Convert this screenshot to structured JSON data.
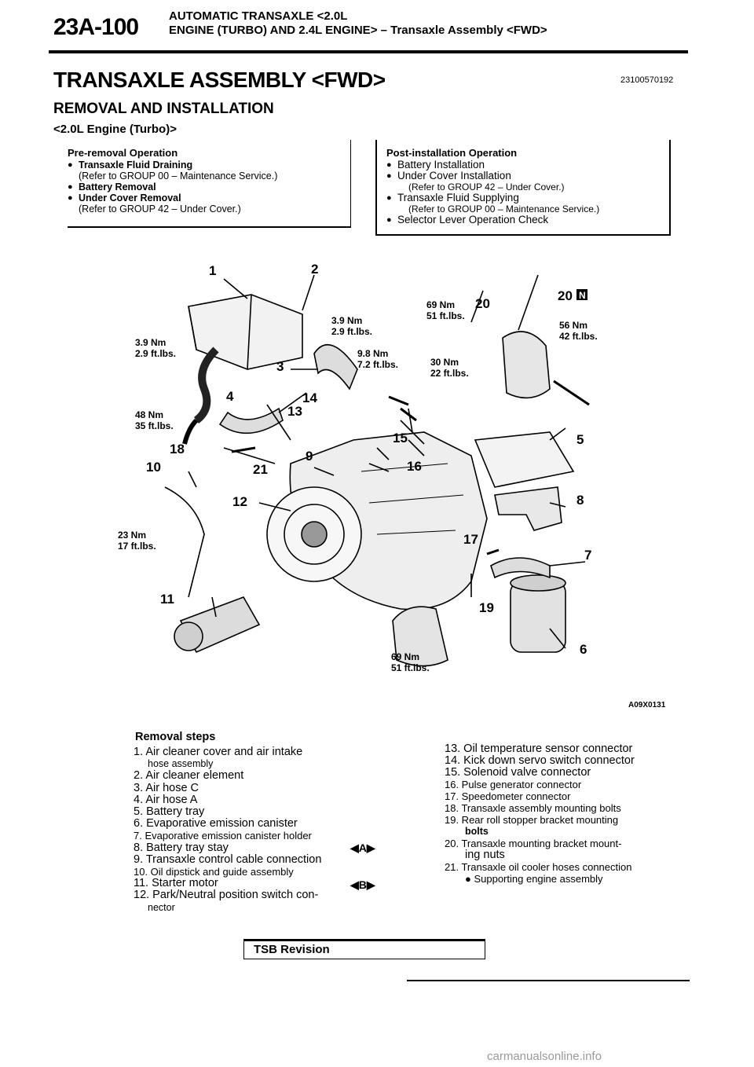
{
  "header": {
    "page_id": "23A-100",
    "line1": "AUTOMATIC TRANSAXLE <2.0L",
    "line2": "ENGINE (TURBO) AND 2.4L ENGINE> – Transaxle Assembly <FWD>"
  },
  "title": "TRANSAXLE ASSEMBLY <FWD>",
  "doc_number": "23100570192",
  "subtitle": "REMOVAL AND INSTALLATION",
  "engine_label": "<2.0L Engine (Turbo)>",
  "pre_removal": {
    "heading": "Pre-removal Operation",
    "items": [
      {
        "label": "Transaxle Fluid Draining",
        "sub": "(Refer to GROUP 00 – Maintenance Service.)"
      },
      {
        "label": "Battery Removal",
        "sub": ""
      },
      {
        "label": "Under Cover Removal",
        "sub": "(Refer to GROUP 42 – Under Cover.)"
      }
    ]
  },
  "post_installation": {
    "heading": "Post-installation Operation",
    "items": [
      {
        "label": "Battery Installation",
        "sub": ""
      },
      {
        "label": "Under Cover Installation",
        "sub": "(Refer to GROUP 42 – Under Cover.)"
      },
      {
        "label": "Transaxle Fluid Supplying",
        "sub": "(Refer to GROUP 00 – Maintenance Service.)"
      },
      {
        "label": "Selector Lever Operation Check",
        "sub": ""
      }
    ]
  },
  "diagram": {
    "figure_code": "A09X0131",
    "callouts": [
      "1",
      "2",
      "3",
      "4",
      "5",
      "6",
      "7",
      "8",
      "9",
      "10",
      "11",
      "12",
      "13",
      "14",
      "15",
      "16",
      "17",
      "18",
      "19",
      "20",
      "20",
      "21"
    ],
    "torque_labels": [
      {
        "nm": "3.9 Nm",
        "ft": "2.9 ft.lbs."
      },
      {
        "nm": "3.9 Nm",
        "ft": "2.9 ft.lbs."
      },
      {
        "nm": "9.8 Nm",
        "ft": "7.2 ft.lbs."
      },
      {
        "nm": "48 Nm",
        "ft": "35 ft.lbs."
      },
      {
        "nm": "23 Nm",
        "ft": "17 ft.lbs."
      },
      {
        "nm": "69 Nm",
        "ft": "51 ft.lbs."
      },
      {
        "nm": "30 Nm",
        "ft": "22 ft.lbs."
      },
      {
        "nm": "56 Nm",
        "ft": "42 ft.lbs."
      },
      {
        "nm": "69 Nm",
        "ft": "51 ft.lbs."
      }
    ],
    "n_marker": "N"
  },
  "removal_steps": {
    "heading": "Removal steps",
    "col1": [
      "1. Air cleaner cover and air intake",
      "hose assembly",
      "2. Air cleaner element",
      "3. Air hose C",
      "4. Air hose A",
      "5. Battery tray",
      "6. Evaporative emission canister",
      "7. Evaporative emission canister holder",
      "8. Battery tray stay",
      "9. Transaxle control cable connection",
      "10. Oil dipstick and guide assembly",
      "11. Starter motor",
      "12. Park/Neutral position switch con-",
      "nector"
    ],
    "col2": [
      "13. Oil temperature sensor connector",
      "14. Kick down servo switch connector",
      "15. Solenoid valve connector",
      "16. Pulse generator connector",
      "17. Speedometer connector",
      "18. Transaxle assembly mounting bolts",
      "19. Rear roll stopper bracket mounting",
      "bolts",
      "20. Transaxle mounting bracket mount-",
      "ing nuts",
      "21. Transaxle oil cooler hoses connection",
      "Supporting engine assembly"
    ],
    "badges": [
      "A",
      "B"
    ]
  },
  "tsb_label": "TSB Revision",
  "watermark": "carmanualsonline.info"
}
